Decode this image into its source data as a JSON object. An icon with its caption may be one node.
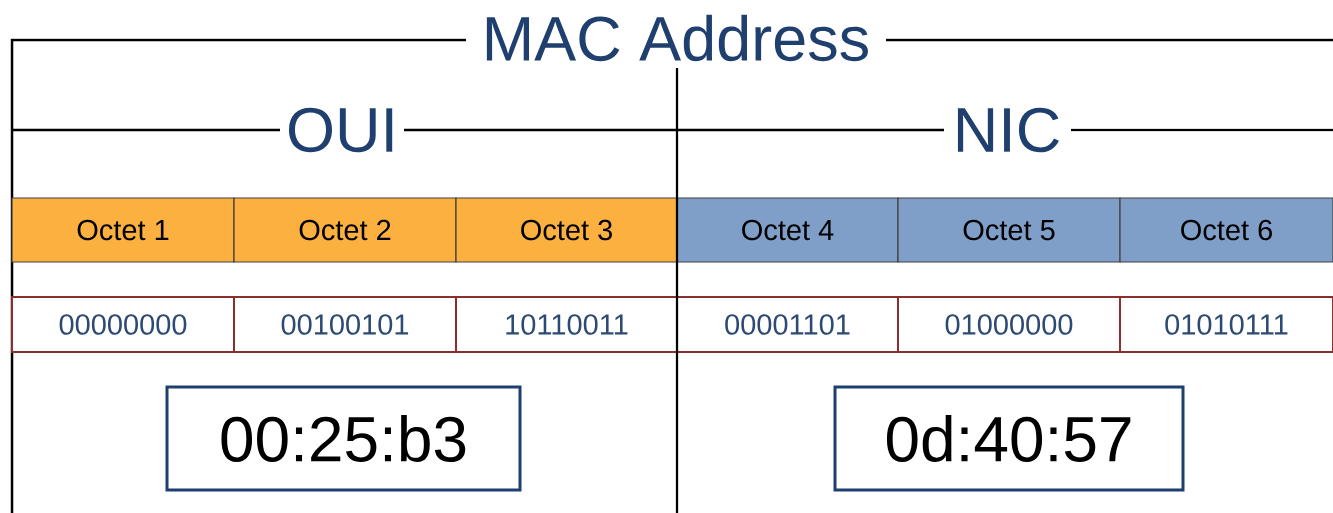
{
  "diagram": {
    "title": "MAC Address",
    "nodes": [
      {
        "text": [
          "Octet 1"
        ]
      },
      {
        "text": [
          "Octet 2"
        ]
      },
      {
        "text": [
          "Octet 3"
        ]
      },
      {
        "text": [
          "Octet 4"
        ]
      },
      {
        "text": [
          "Octet 5"
        ]
      },
      {
        "text": [
          "Octet 6"
        ]
      },
      {
        "text": [
          "00000000"
        ]
      },
      {
        "text": [
          "00100101"
        ]
      },
      {
        "text": [
          "10110011"
        ]
      },
      {
        "text": [
          "00001101"
        ]
      },
      {
        "text": [
          "01000000"
        ]
      },
      {
        "text": [
          "01010111"
        ]
      },
      {
        "text": [
          "00:25:b3"
        ]
      },
      {
        "text": [
          "0d:40:57"
        ]
      }
    ],
    "labels": [
      "OUI",
      "NIC"
    ]
  }
}
